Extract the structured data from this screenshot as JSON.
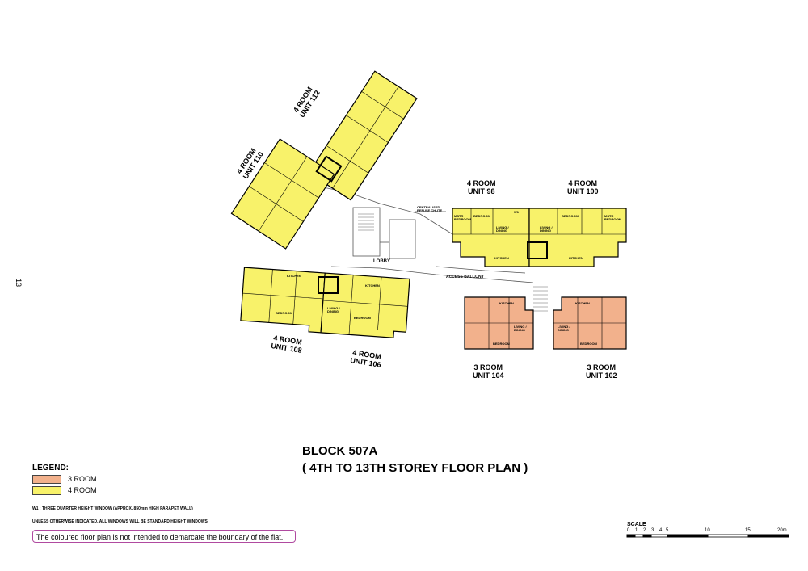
{
  "page_number": "13",
  "title": {
    "line1": "BLOCK 507A",
    "line2": "( 4TH TO 13TH STOREY FLOOR PLAN )"
  },
  "colors": {
    "three_room": "#f2b18c",
    "four_room": "#f8f26a"
  },
  "legend": {
    "title": "LEGEND:",
    "items": [
      {
        "label": "3 ROOM",
        "color": "#f2b18c"
      },
      {
        "label": "4 ROOM",
        "color": "#f8f26a"
      }
    ]
  },
  "notes": {
    "w1": "W1  :  THREE QUARTER HEIGHT WINDOW (APPROX. 850mm HIGH PARAPET WALL)",
    "windows": "UNLESS OTHERWISE INDICATED, ALL WINDOWS WILL BE STANDARD HEIGHT WINDOWS."
  },
  "disclaimer": "The coloured floor plan is not intended to demarcate the boundary of the flat.",
  "scale": {
    "title": "SCALE",
    "ticks": [
      "0",
      "1",
      "2",
      "3",
      "4",
      "5",
      "10",
      "15",
      "20m"
    ]
  },
  "units": [
    {
      "type": "4 ROOM",
      "unit": "UNIT 112"
    },
    {
      "type": "4 ROOM",
      "unit": "UNIT 110"
    },
    {
      "type": "4 ROOM",
      "unit": "UNIT 98"
    },
    {
      "type": "4 ROOM",
      "unit": "UNIT 100"
    },
    {
      "type": "4 ROOM",
      "unit": "UNIT 108"
    },
    {
      "type": "4 ROOM",
      "unit": "UNIT 106"
    },
    {
      "type": "3 ROOM",
      "unit": "UNIT 104"
    },
    {
      "type": "3 ROOM",
      "unit": "UNIT 102"
    }
  ],
  "labels": {
    "lobby": "LOBBY",
    "access_balcony": "ACCESS  BALCONY",
    "refuse": "CENTRALISED REFUSE CHUTE",
    "w1": "W1",
    "bedroom": "BEDROOM",
    "master": "MSTR BEDROOM",
    "kitchen": "KITCHEN",
    "living": "LIVING / DINING"
  }
}
